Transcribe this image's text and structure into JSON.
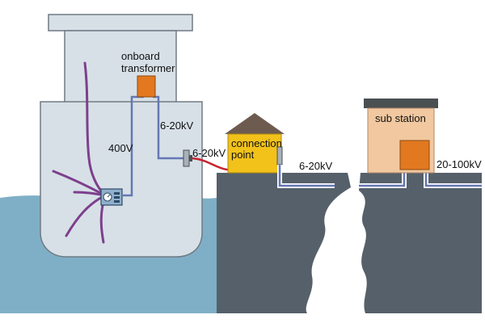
{
  "labels": {
    "transformer_line1": "onboard",
    "transformer_line2": "transformer",
    "voltage_400v": "400V",
    "voltage_ship_cable": "6-20kV",
    "voltage_ship_socket": "6-20kV",
    "connection_line1": "connection",
    "connection_line2": "point",
    "voltage_ground_cable": "6-20kV",
    "substation": "sub station",
    "voltage_grid": "20-100kV"
  },
  "colors": {
    "sea": "#7fafc6",
    "quay": "#55606a",
    "hull": "#d7e0e7",
    "outline": "#707a84",
    "transformer": "#e2781f",
    "connection_point": "#f2c21b",
    "connection_roof": "#6e5b50",
    "substation_body": "#f1c8a0",
    "substation_roof": "#4a4f52",
    "cable_blue": "#6577b3",
    "cable_red": "#c8232c",
    "wiring_purple": "#7d3f8c"
  },
  "icons": {
    "ship_switchboard": "switchboard-icon",
    "ship_socket": "plug-socket-icon",
    "shore_socket": "plug-socket-icon"
  }
}
